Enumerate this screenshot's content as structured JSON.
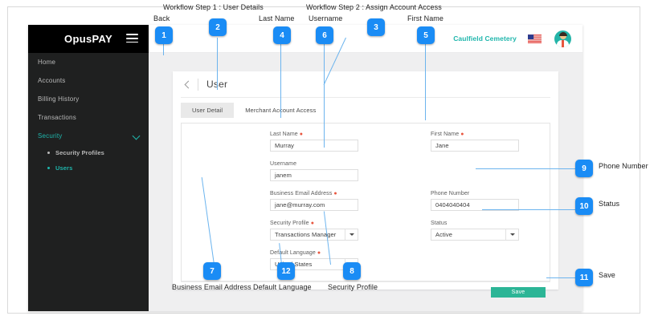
{
  "app": {
    "brand": "OpusPAY",
    "menu_icon": "hamburger-icon"
  },
  "sidebar": {
    "items": [
      {
        "label": "Home",
        "active": false
      },
      {
        "label": "Accounts",
        "active": false
      },
      {
        "label": "Billing History",
        "active": false
      },
      {
        "label": "Transactions",
        "active": false
      },
      {
        "label": "Security",
        "active": true
      }
    ],
    "sub_items": [
      {
        "label": "Security Profiles",
        "active": false
      },
      {
        "label": "Users",
        "active": true
      }
    ]
  },
  "topbar": {
    "merchant": "Caulfield Cemetery",
    "flag": "us-flag-icon",
    "avatar": "user-avatar"
  },
  "page": {
    "title": "User",
    "back": "back-arrow-icon",
    "tabs": [
      {
        "label": "User Detail",
        "active": true
      },
      {
        "label": "Merchant Account Access",
        "active": false
      }
    ]
  },
  "form": {
    "last_name": {
      "label": "Last Name",
      "required": true,
      "value": "Murray"
    },
    "first_name": {
      "label": "First Name",
      "required": true,
      "value": "Jane"
    },
    "username": {
      "label": "Username",
      "required": false,
      "value": "janem"
    },
    "business_email": {
      "label": "Business Email Address",
      "required": true,
      "value": "jane@murray.com"
    },
    "phone_number": {
      "label": "Phone Number",
      "required": false,
      "value": "0404040404"
    },
    "security_profile": {
      "label": "Security Profile",
      "required": true,
      "value": "Transactions Manager"
    },
    "status": {
      "label": "Status",
      "required": false,
      "value": "Active"
    },
    "default_language": {
      "label": "Default Language",
      "required": true,
      "value": "United States"
    },
    "save_label": "Save"
  },
  "annotations": {
    "headings": [
      {
        "text": "Workflow Step 1 : User Details"
      },
      {
        "text": "Workflow Step 2 : Assign Account Access"
      }
    ],
    "markers": [
      {
        "num": "1",
        "label": "Back"
      },
      {
        "num": "2",
        "label": ""
      },
      {
        "num": "3",
        "label": ""
      },
      {
        "num": "4",
        "label": "Last Name"
      },
      {
        "num": "5",
        "label": "First Name"
      },
      {
        "num": "6",
        "label": "Username"
      },
      {
        "num": "7",
        "label": "Business Email Address"
      },
      {
        "num": "8",
        "label": "Security Profile"
      },
      {
        "num": "9",
        "label": "Phone Number"
      },
      {
        "num": "10",
        "label": "Status"
      },
      {
        "num": "11",
        "label": "Save"
      },
      {
        "num": "12",
        "label": "Default Language"
      }
    ],
    "accent_color": "#1a8cf5",
    "leader_color": "#6cb4ee"
  },
  "colors": {
    "brand_bar": "#000000",
    "sidebar": "#1f2020",
    "accent_teal": "#1fb6ac",
    "save_button": "#2cb596",
    "badge_blue": "#1a8cf5",
    "required_red": "#e8563f"
  }
}
